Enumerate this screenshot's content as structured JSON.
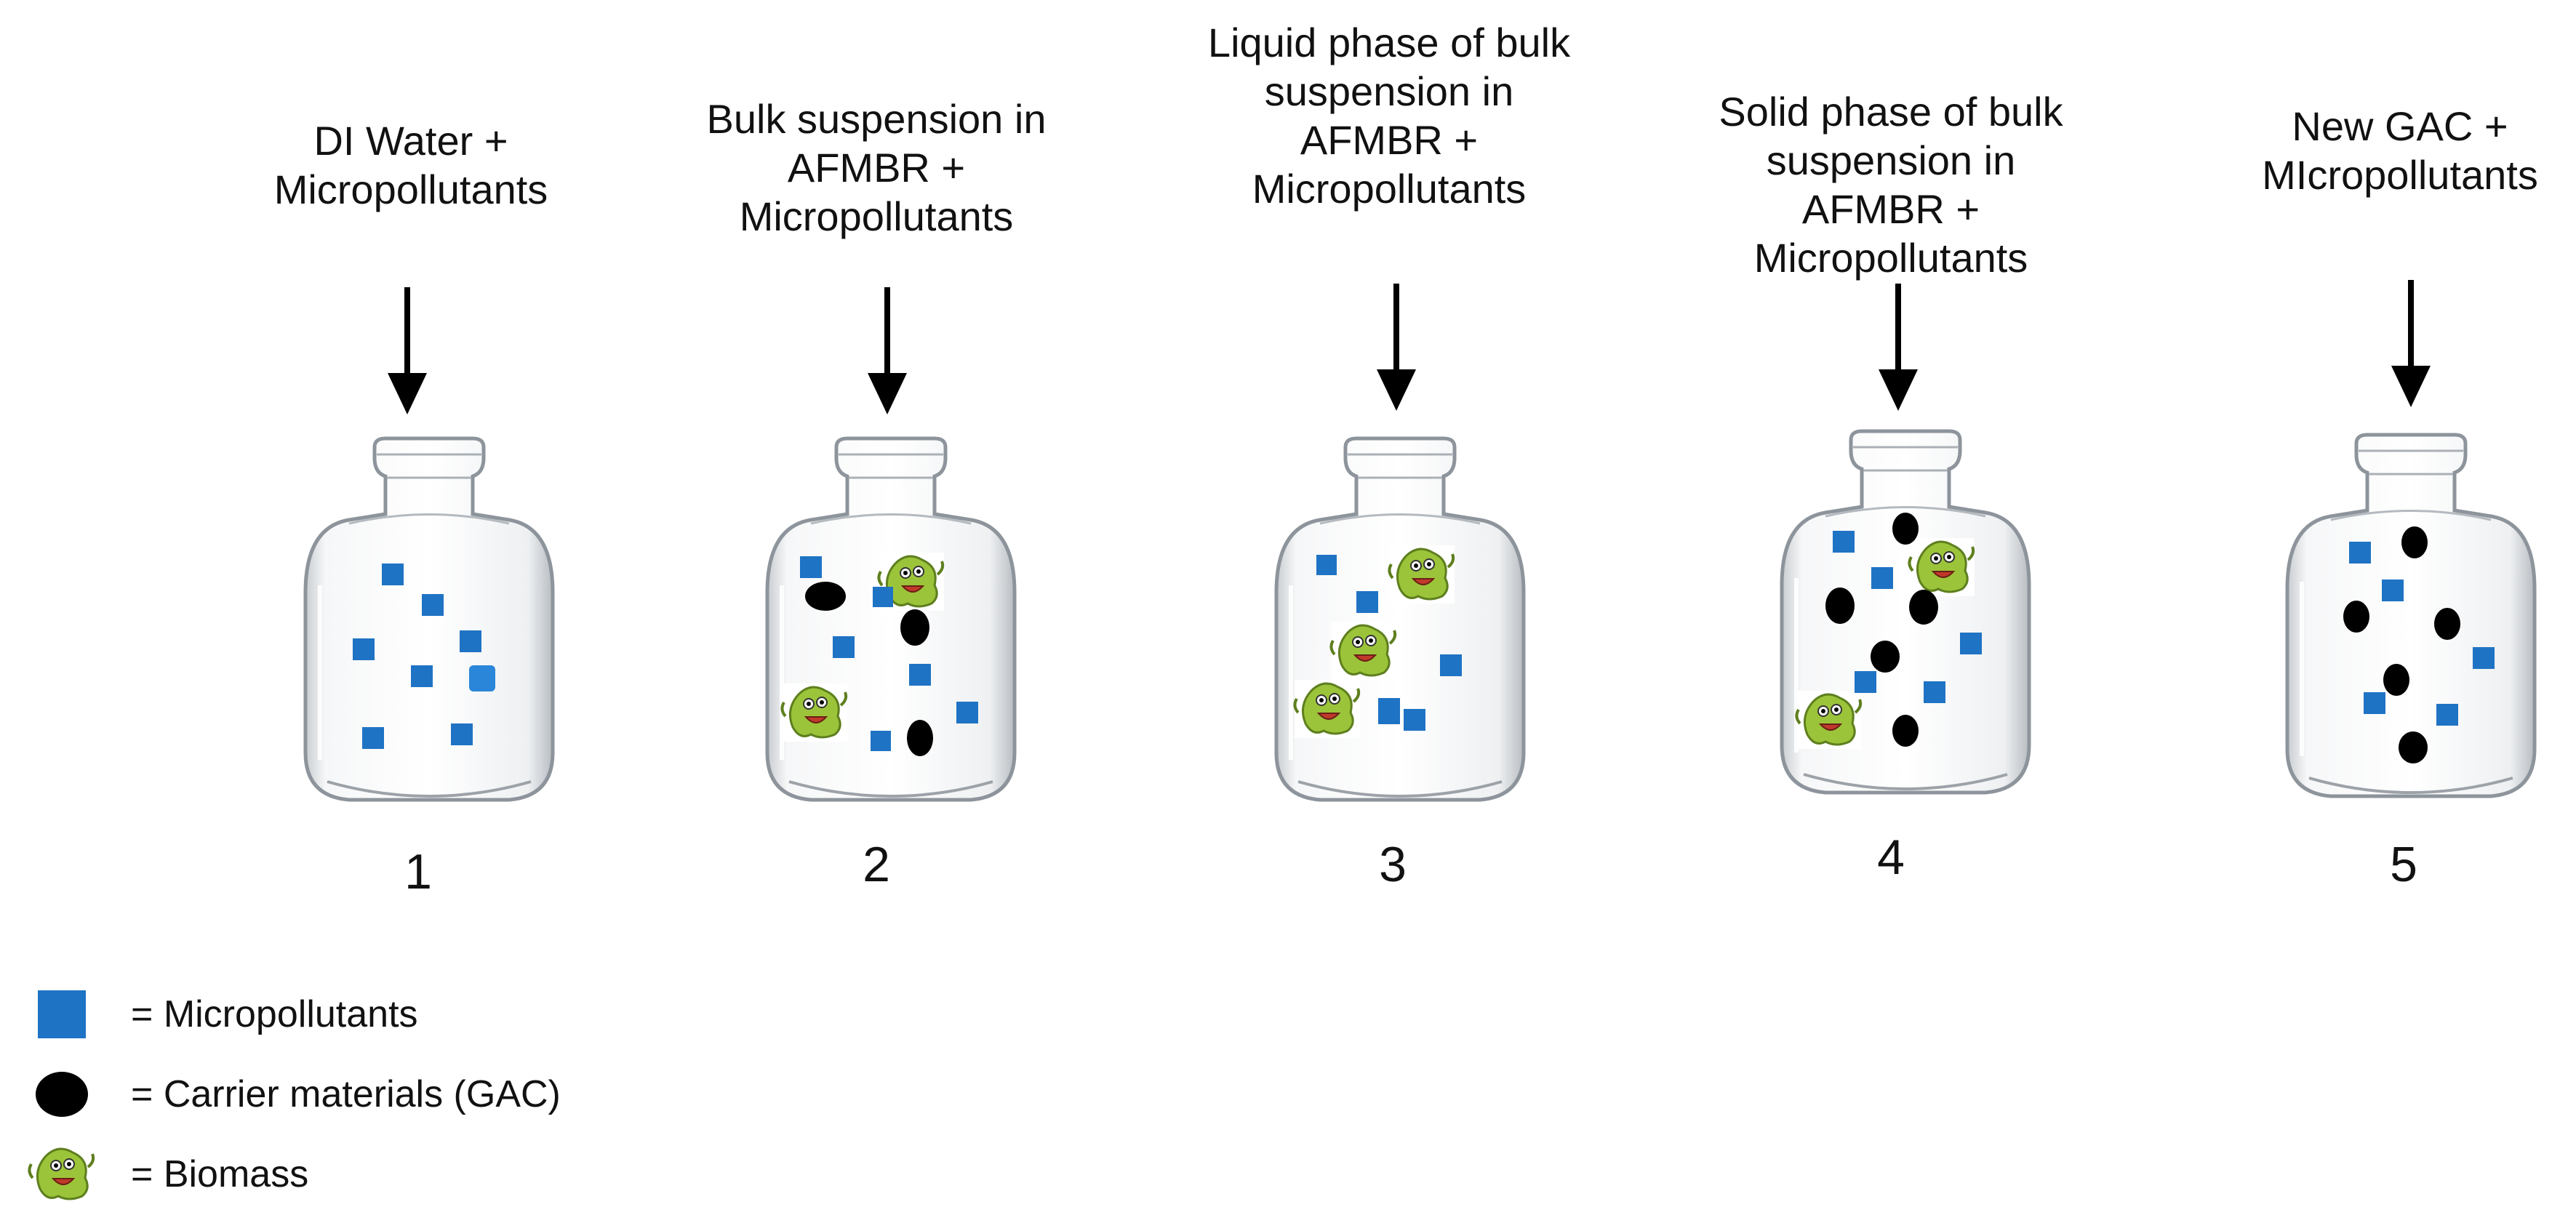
{
  "flasks": [
    {
      "number": "1",
      "label_lines": [
        "DI Water +",
        "Micropollutants"
      ]
    },
    {
      "number": "2",
      "label_lines": [
        "Bulk suspension in",
        "AFMBR +",
        "Micropollutants"
      ]
    },
    {
      "number": "3",
      "label_lines": [
        "Liquid phase of bulk",
        "suspension in",
        "AFMBR +",
        "Micropollutants"
      ]
    },
    {
      "number": "4",
      "label_lines": [
        "Solid phase of bulk",
        "suspension in",
        "AFMBR +",
        "Micropollutants"
      ]
    },
    {
      "number": "5",
      "label_lines": [
        "New GAC +",
        "MIcropollutants"
      ]
    }
  ],
  "legend": [
    {
      "symbol": "square",
      "text": "= Micropollutants"
    },
    {
      "symbol": "circle",
      "text": "= Carrier materials (GAC)"
    },
    {
      "symbol": "biomass",
      "text": "= Biomass"
    }
  ],
  "colors": {
    "micropollutant": "#1f73c4",
    "carrier": "#000000",
    "biomass": "#9cc43a",
    "glass": "#9aa1a8"
  }
}
